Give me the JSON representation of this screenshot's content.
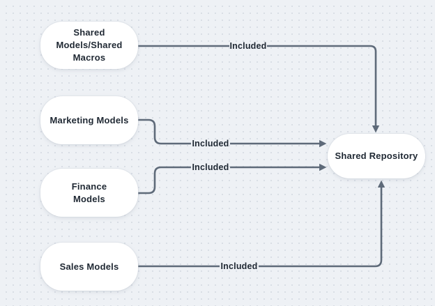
{
  "page": {
    "background_color": "#eef1f5",
    "dot_grid_color": "#d7dce4"
  },
  "diagram": {
    "edge_color": "#5e6a79",
    "node_fill_color": "#ffffff",
    "text_color": "#1f2833",
    "nodes": [
      {
        "id": "shared-models-shared-macros",
        "label": "Shared Models/Shared Macros"
      },
      {
        "id": "marketing-models",
        "label": "Marketing Models"
      },
      {
        "id": "finance-models",
        "label": "Finance Models"
      },
      {
        "id": "sales-models",
        "label": "Sales Models"
      },
      {
        "id": "shared-repository",
        "label": "Shared Repository"
      }
    ],
    "edges": [
      {
        "from": "shared-models-shared-macros",
        "to": "shared-repository",
        "label": "Included"
      },
      {
        "from": "marketing-models",
        "to": "shared-repository",
        "label": "Included"
      },
      {
        "from": "finance-models",
        "to": "shared-repository",
        "label": "Included"
      },
      {
        "from": "sales-models",
        "to": "shared-repository",
        "label": "Included"
      }
    ]
  }
}
